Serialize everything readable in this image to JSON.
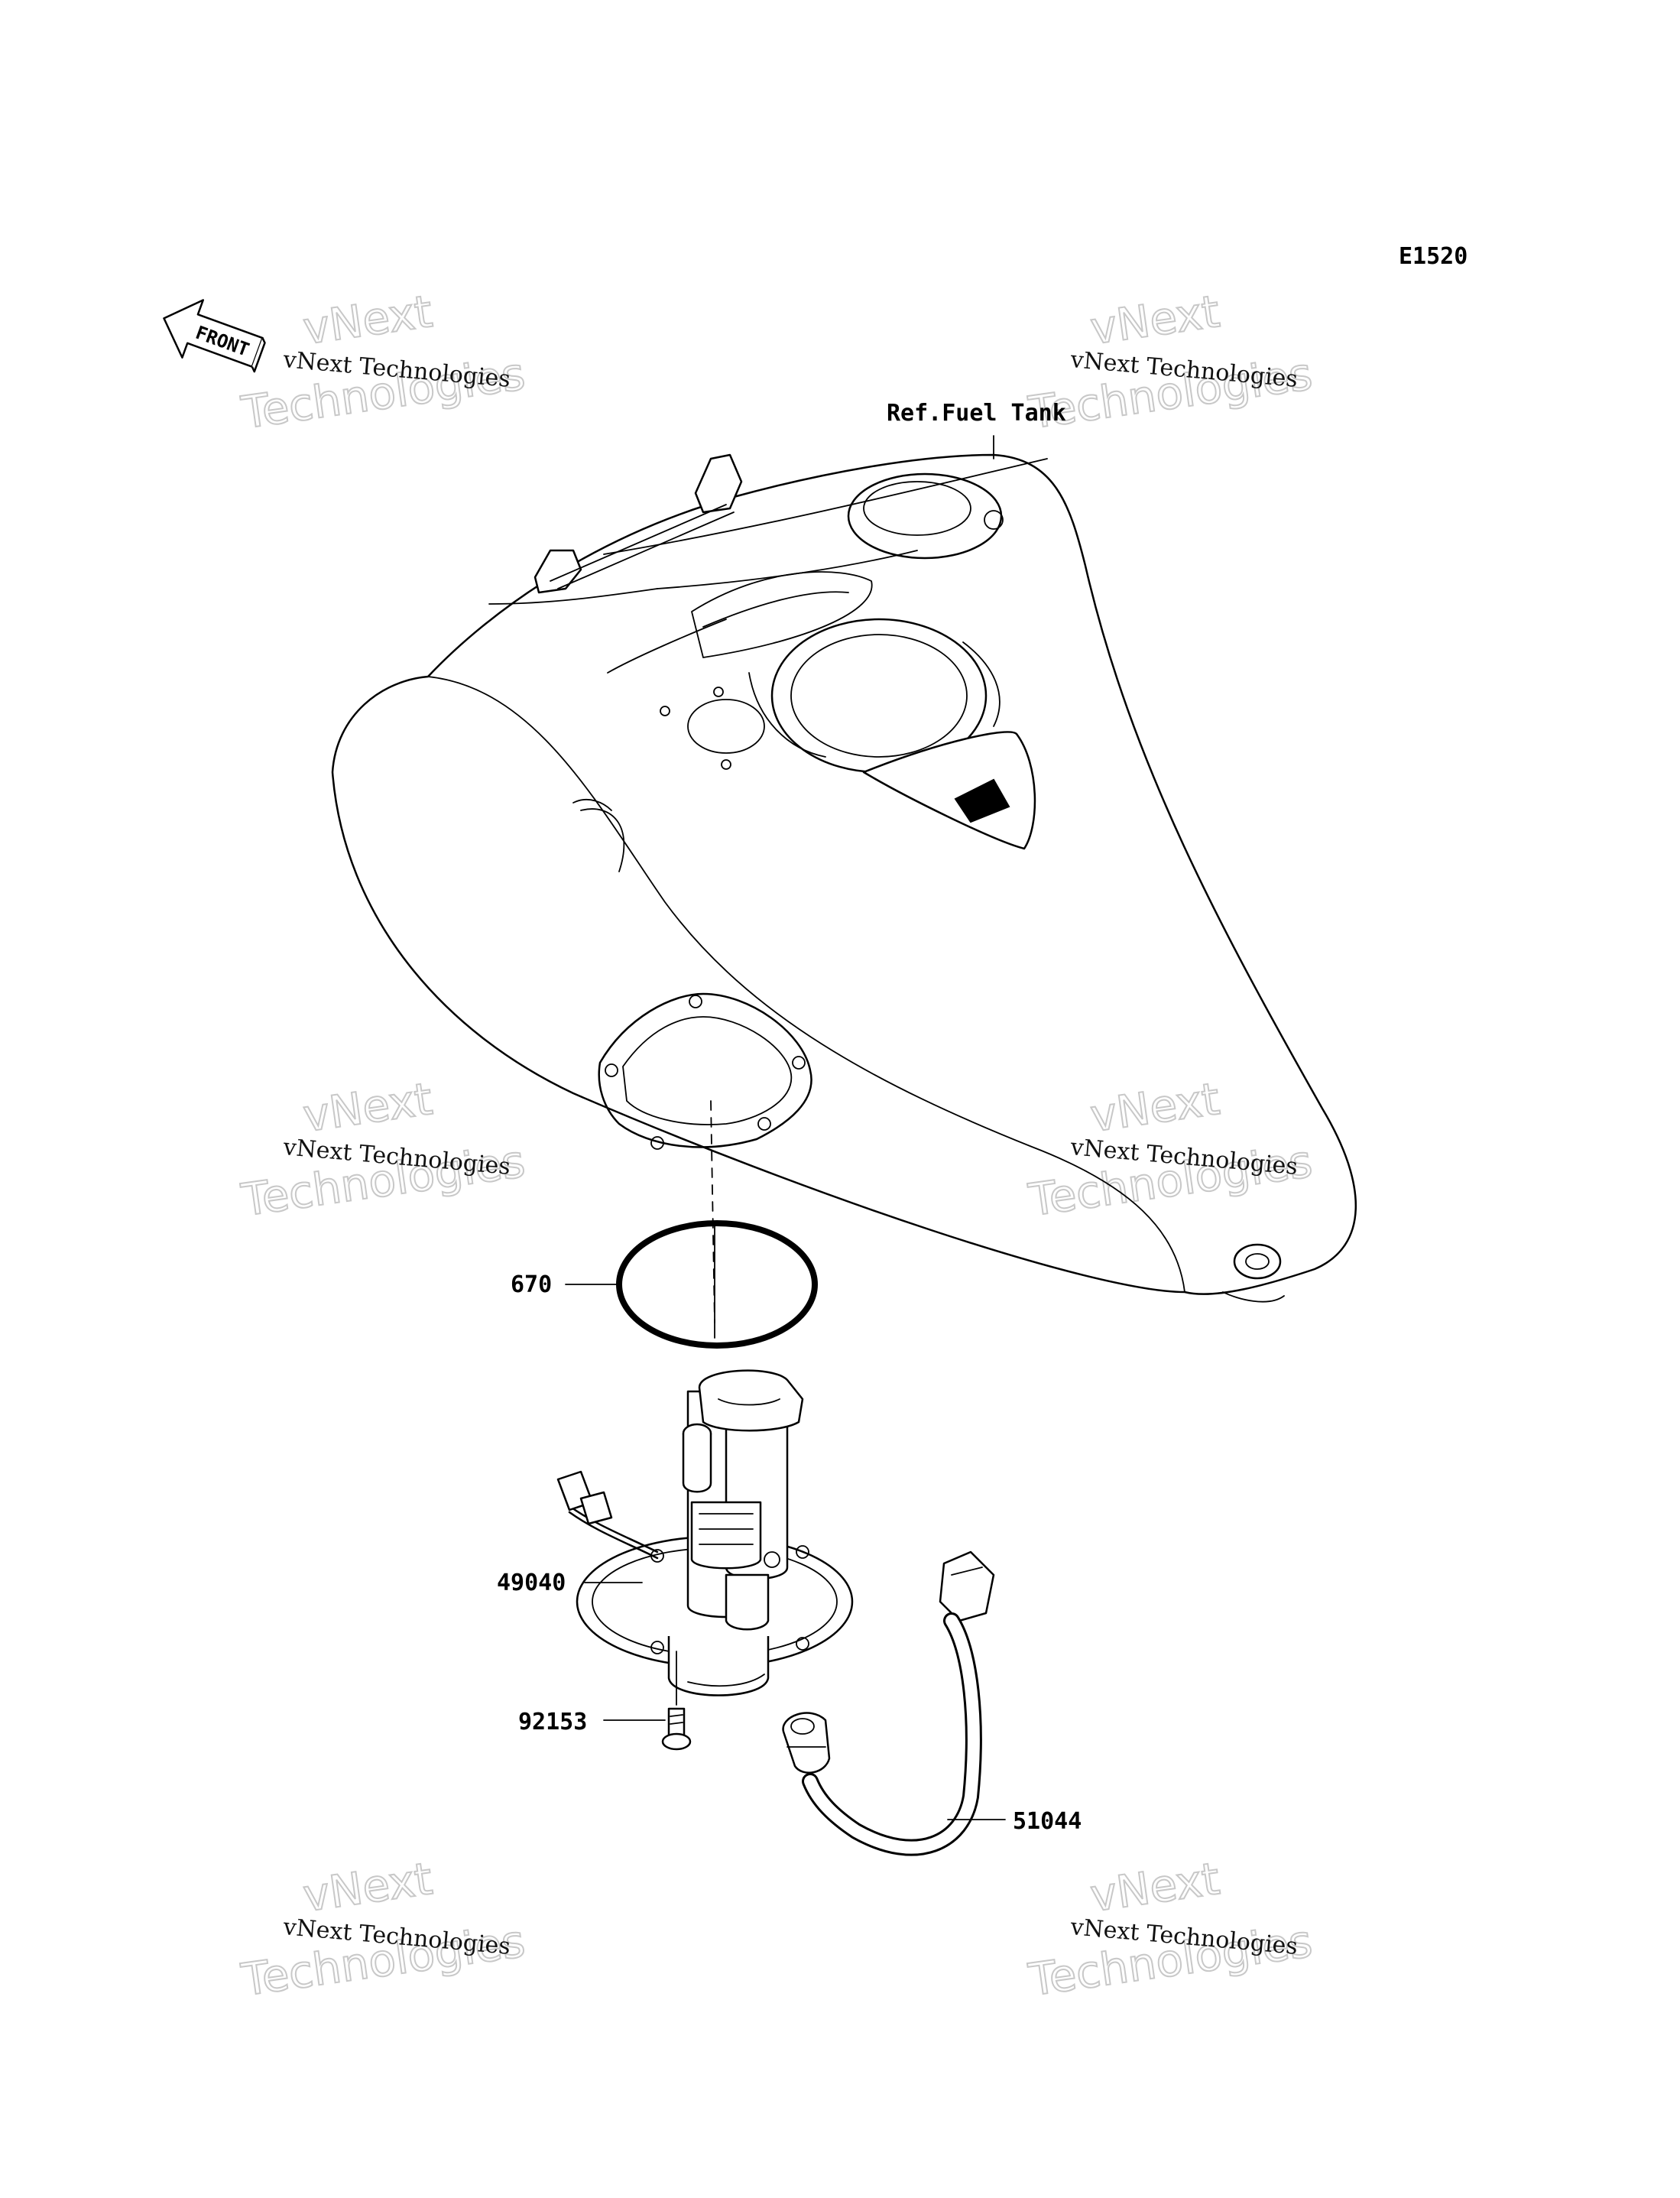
{
  "diagram_code": "E1520",
  "front_arrow": {
    "label": "FRONT",
    "icon": "front-arrow-icon"
  },
  "watermark": {
    "small": "vNext Technologies",
    "large_top": "vNext",
    "large_bottom": "Technologies",
    "color": "#c8c8c8"
  },
  "callouts": {
    "fuel_tank": "Ref.Fuel Tank",
    "o_ring": "670",
    "pump": "49040",
    "bolt": "92153",
    "hose": "51044"
  }
}
